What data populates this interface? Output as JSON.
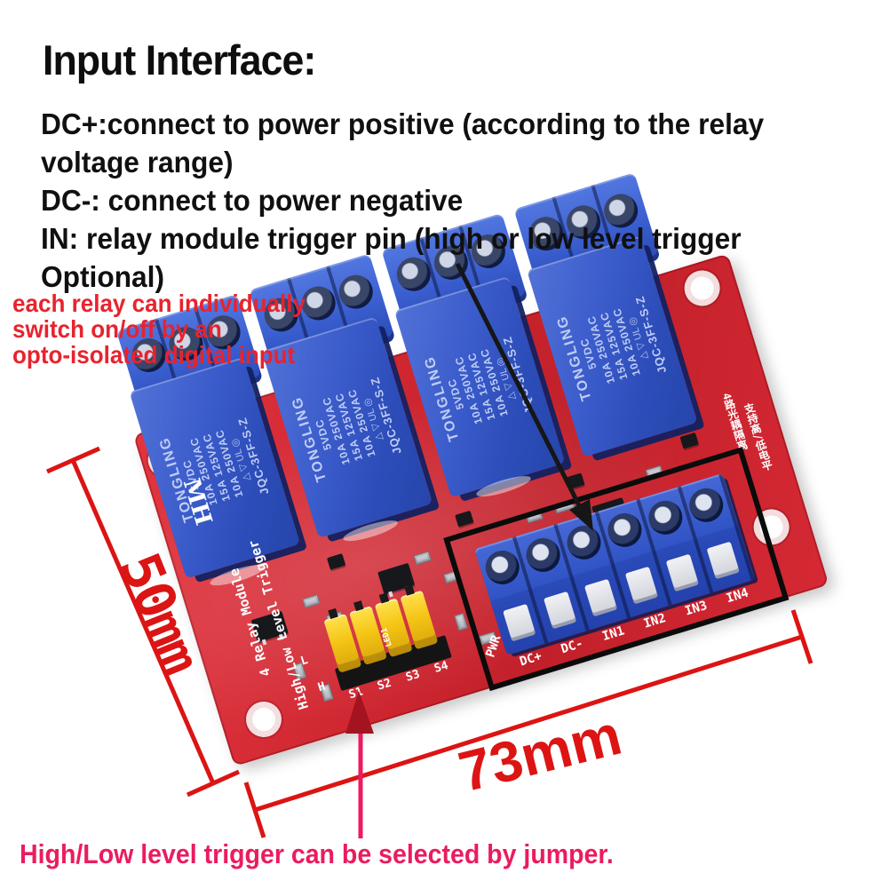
{
  "annotation": {
    "title": "Input Interface:",
    "description_lines": [
      "DC+:connect to power positive (according to the relay",
      "voltage range)",
      "DC-: connect to power negative",
      "IN: relay module trigger pin (high or low level trigger",
      "Optional)"
    ],
    "red_note_lines": [
      "each relay can individually",
      "switch on/off by an",
      "opto-isolated digital input"
    ],
    "bottom_note": "High/Low level trigger can be selected by jumper.",
    "colors": {
      "body_text": "#0e0e0e",
      "red_note": "#e8232e",
      "pink_note": "#ea1c5f",
      "dimension_red": "#dc1414",
      "arrow_black": "#161616",
      "pink_arrow_line": "#ee1a5e"
    }
  },
  "dimensions": {
    "board_height": "50mm",
    "board_width": "73mm"
  },
  "board": {
    "colors": {
      "pcb_red": "#d02731",
      "relay_blue": "#3a5bca",
      "terminal_blue": "#2f52c4",
      "jumper_yellow": "#f4c515"
    },
    "silkscreen": {
      "brand": "MH",
      "module_name": "4 Relay Module",
      "trigger_label": "High/Low Level Trigger",
      "pwr": "PWR",
      "high": "H",
      "low": "L",
      "led": "LED1",
      "jumper_labels": [
        "S1",
        "S2",
        "S3",
        "S4"
      ],
      "terminal_labels": [
        "DC+",
        "DC-",
        "IN1",
        "IN2",
        "IN3",
        "IN4"
      ],
      "cn_line1": "4路光耦隔离",
      "cn_line2": "支持高/低电平"
    },
    "relay": {
      "brand": "TONGLING",
      "voltage": "5VDC",
      "rating1": "10A 250VAC",
      "rating2": "15A 125VAC",
      "rating3": "10A 250VAC",
      "certs": "△ ▽ UL ◎",
      "model": "JQC-3FF-S-Z"
    }
  }
}
